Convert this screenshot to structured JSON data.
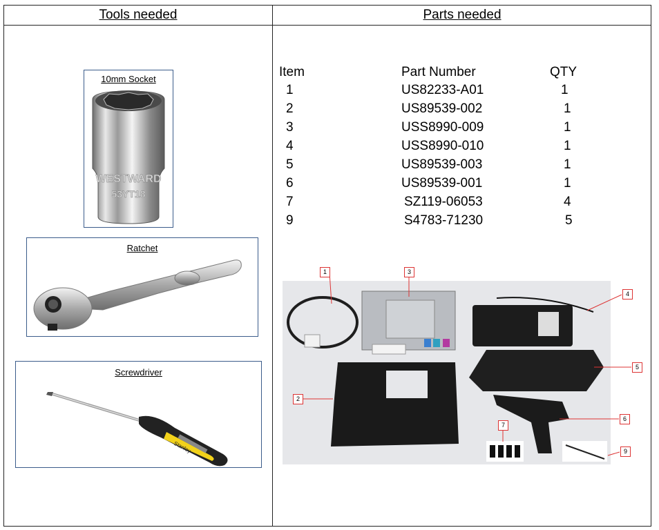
{
  "headers": {
    "tools": "Tools needed",
    "parts": "Parts needed"
  },
  "tools": [
    {
      "label": "10mm Socket",
      "brand_text": "WESTWARD",
      "code_text": "53YT18"
    },
    {
      "label": "Ratchet"
    },
    {
      "label": "Screwdriver",
      "brand_text": "Stanley"
    }
  ],
  "parts_table": {
    "columns": [
      "Item",
      "Part Number",
      "QTY"
    ],
    "rows": [
      {
        "item": "1",
        "part": "US82233-A01",
        "qty": "1"
      },
      {
        "item": "2",
        "part": "US89539-002",
        "qty": "1"
      },
      {
        "item": "3",
        "part": "USS8990-009",
        "qty": "1"
      },
      {
        "item": "4",
        "part": "USS8990-010",
        "qty": "1"
      },
      {
        "item": "5",
        "part": "US89539-003",
        "qty": "1"
      },
      {
        "item": "6",
        "part": "US89539-001",
        "qty": "1"
      },
      {
        "item": "7",
        "part": "SZ119-06053",
        "qty": "4"
      },
      {
        "item": "9",
        "part": "S4783-71230",
        "qty": "5"
      }
    ]
  },
  "callouts": [
    "1",
    "2",
    "3",
    "4",
    "5",
    "6",
    "7",
    "9"
  ],
  "colors": {
    "border": "#222222",
    "tool_box_border": "#3a5b8a",
    "callout": "#dd3333"
  }
}
